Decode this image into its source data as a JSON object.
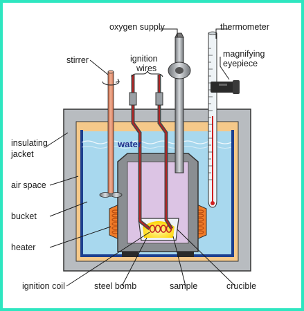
{
  "labels": {
    "oxygen_supply": "oxygen supply",
    "thermometer": "thermometer",
    "stirrer": "stirrer",
    "ignition_wires_line1": "ignition",
    "ignition_wires_line2": "wires",
    "magnifying_eyepiece_line1": "magnifying",
    "magnifying_eyepiece_line2": "eyepiece",
    "insulating_jacket_line1": "insulating",
    "insulating_jacket_line2": "jacket",
    "water": "water",
    "air_space": "air space",
    "bucket": "bucket",
    "heater": "heater",
    "ignition_coil": "ignition coil",
    "steel_bomb": "steel bomb",
    "sample": "sample",
    "crucible": "crucible"
  },
  "colors": {
    "border": "#2ee6c0",
    "insulating_jacket": "#b8bcc0",
    "air_space": "#f5c98a",
    "water": "#a8d8ee",
    "bucket_wall": "#1c3f8f",
    "steel_bomb": "#8a8e92",
    "bomb_interior": "#dcc4e4",
    "stirrer_rod": "#e39a78",
    "heater": "#f07d2a",
    "sample_glow": "#ffe600",
    "ignition_wire": "#c02020"
  }
}
